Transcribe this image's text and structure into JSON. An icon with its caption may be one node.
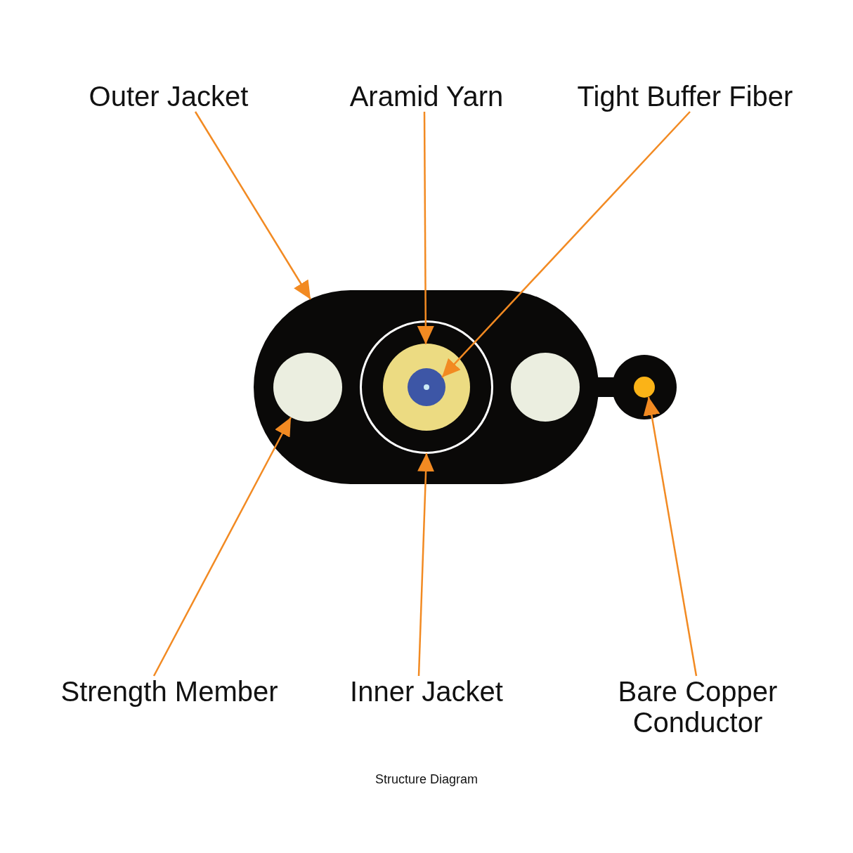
{
  "diagram": {
    "caption": "Structure Diagram",
    "nodes": [
      {
        "text": [
          "Outer Jacket"
        ]
      },
      {
        "text": [
          "Aramid Yarn"
        ]
      },
      {
        "text": [
          "Tight Buffer Fiber"
        ]
      },
      {
        "text": [],
        "shape": "pill"
      },
      {
        "text": [],
        "shape": "circle",
        "in": 3
      },
      {
        "text": [],
        "shape": "ring",
        "in": 3
      },
      {
        "text": [],
        "shape": "circle",
        "in": 5
      },
      {
        "text": [],
        "shape": "circle",
        "in": 6
      },
      {
        "text": [],
        "shape": "circle",
        "in": 3
      },
      {
        "text": [],
        "shape": "circle",
        "in": 3
      },
      {
        "text": [
          "Strength Member"
        ]
      },
      {
        "text": [
          "Inner Jacket"
        ]
      },
      {
        "text": [
          "Bare Copper Conductor"
        ]
      }
    ],
    "edges": [
      {
        "from": 0,
        "to": 3,
        "arrow": "to"
      },
      {
        "from": 1,
        "to": 6,
        "arrow": "to"
      },
      {
        "from": 2,
        "to": 7,
        "arrow": "to"
      },
      {
        "from": 10,
        "to": 4,
        "arrow": "to"
      },
      {
        "from": 11,
        "to": 5,
        "arrow": "to"
      },
      {
        "from": 12,
        "to": 9,
        "arrow": "to"
      }
    ]
  }
}
